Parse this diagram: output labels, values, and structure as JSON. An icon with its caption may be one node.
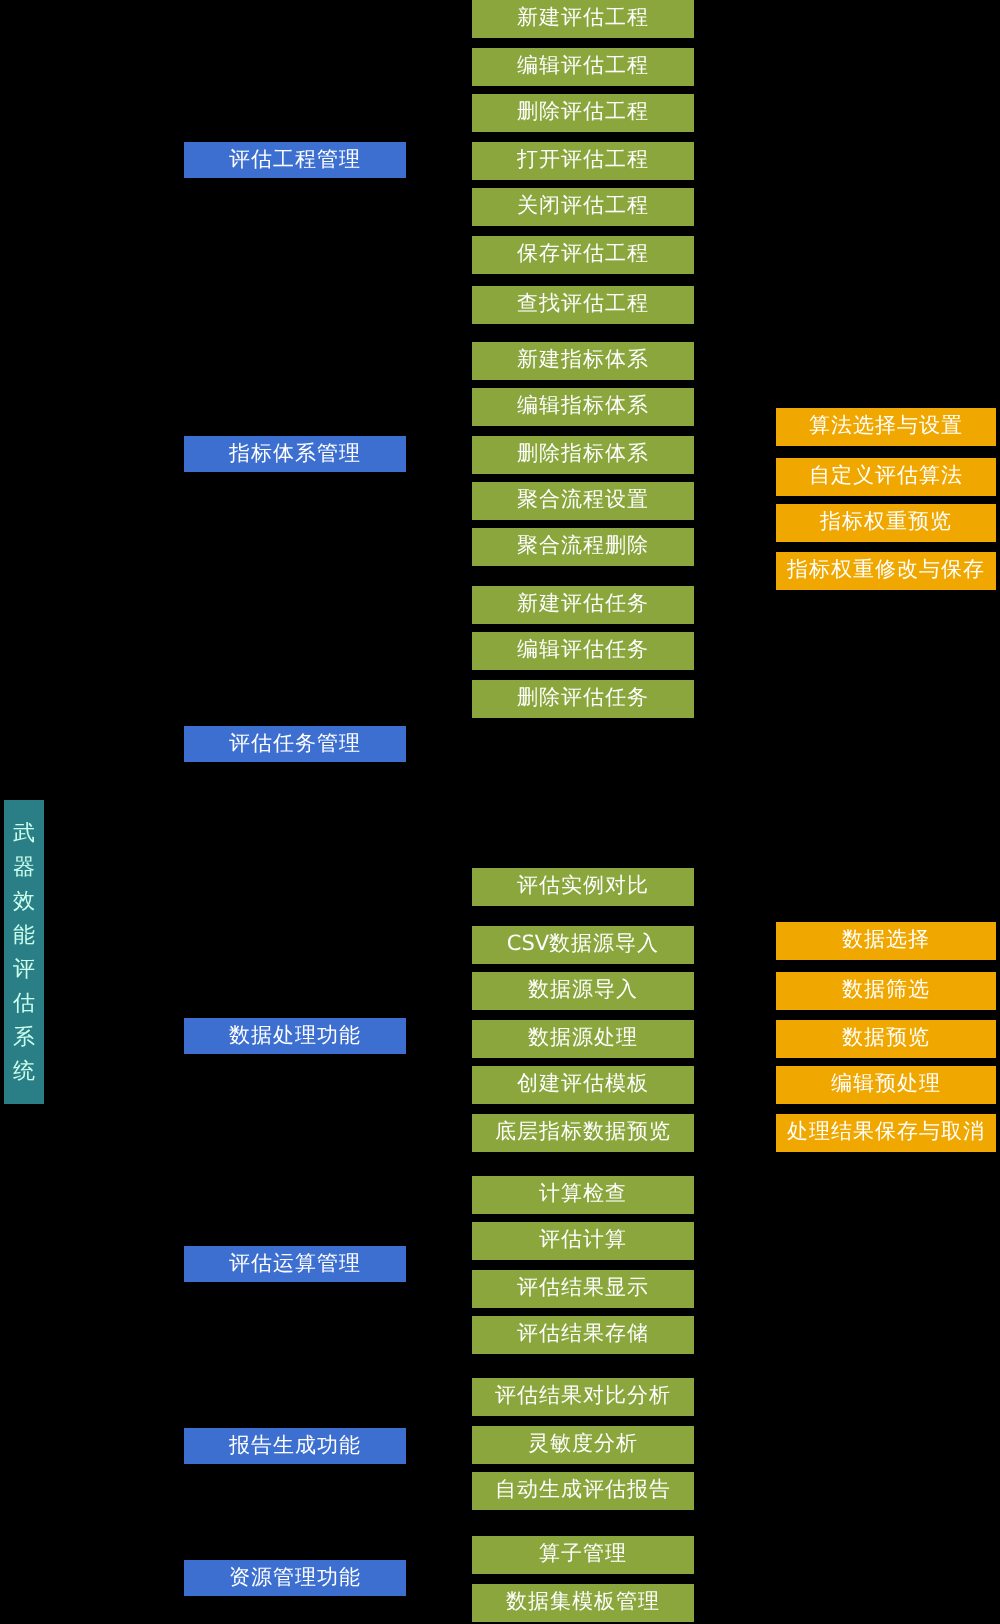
{
  "diagram": {
    "nodes": [
      {
        "text": [
          "武器效能评估系统"
        ]
      },
      {
        "text": [
          "评估工程管理"
        ]
      },
      {
        "text": [
          "新建评估工程"
        ]
      },
      {
        "text": [
          "编辑评估工程"
        ]
      },
      {
        "text": [
          "删除评估工程"
        ]
      },
      {
        "text": [
          "打开评估工程"
        ]
      },
      {
        "text": [
          "关闭评估工程"
        ]
      },
      {
        "text": [
          "保存评估工程"
        ]
      },
      {
        "text": [
          "查找评估工程"
        ]
      },
      {
        "text": [
          "指标体系管理"
        ]
      },
      {
        "text": [
          "新建指标体系"
        ]
      },
      {
        "text": [
          "编辑指标体系"
        ]
      },
      {
        "text": [
          "删除指标体系"
        ]
      },
      {
        "text": [
          "聚合流程设置"
        ]
      },
      {
        "text": [
          "聚合流程删除"
        ]
      },
      {
        "text": [
          "算法选择与设置"
        ]
      },
      {
        "text": [
          "自定义评估算法"
        ]
      },
      {
        "text": [
          "指标权重预览"
        ]
      },
      {
        "text": [
          "指标权重修改与保存"
        ]
      },
      {
        "text": [
          "评估任务管理"
        ]
      },
      {
        "text": [
          "新建评估任务"
        ]
      },
      {
        "text": [
          "编辑评估任务"
        ]
      },
      {
        "text": [
          "删除评估任务"
        ]
      },
      {
        "text": [
          "评估实例对比"
        ]
      },
      {
        "text": [
          "数据处理功能"
        ]
      },
      {
        "text": [
          "CSV数据源导入"
        ]
      },
      {
        "text": [
          "数据源导入"
        ]
      },
      {
        "text": [
          "数据源处理"
        ]
      },
      {
        "text": [
          "创建评估模板"
        ]
      },
      {
        "text": [
          "底层指标数据预览"
        ]
      },
      {
        "text": [
          "数据选择"
        ]
      },
      {
        "text": [
          "数据筛选"
        ]
      },
      {
        "text": [
          "数据预览"
        ]
      },
      {
        "text": [
          "编辑预处理"
        ]
      },
      {
        "text": [
          "处理结果保存与取消"
        ]
      },
      {
        "text": [
          "评估运算管理"
        ]
      },
      {
        "text": [
          "计算检查"
        ]
      },
      {
        "text": [
          "评估计算"
        ]
      },
      {
        "text": [
          "评估结果显示"
        ]
      },
      {
        "text": [
          "评估结果存储"
        ]
      },
      {
        "text": [
          "报告生成功能"
        ]
      },
      {
        "text": [
          "评估结果对比分析"
        ]
      },
      {
        "text": [
          "灵敏度分析"
        ]
      },
      {
        "text": [
          "自动生成评估报告"
        ]
      },
      {
        "text": [
          "资源管理功能"
        ]
      },
      {
        "text": [
          "算子管理"
        ]
      },
      {
        "text": [
          "数据集模板管理"
        ]
      }
    ],
    "edges": []
  }
}
